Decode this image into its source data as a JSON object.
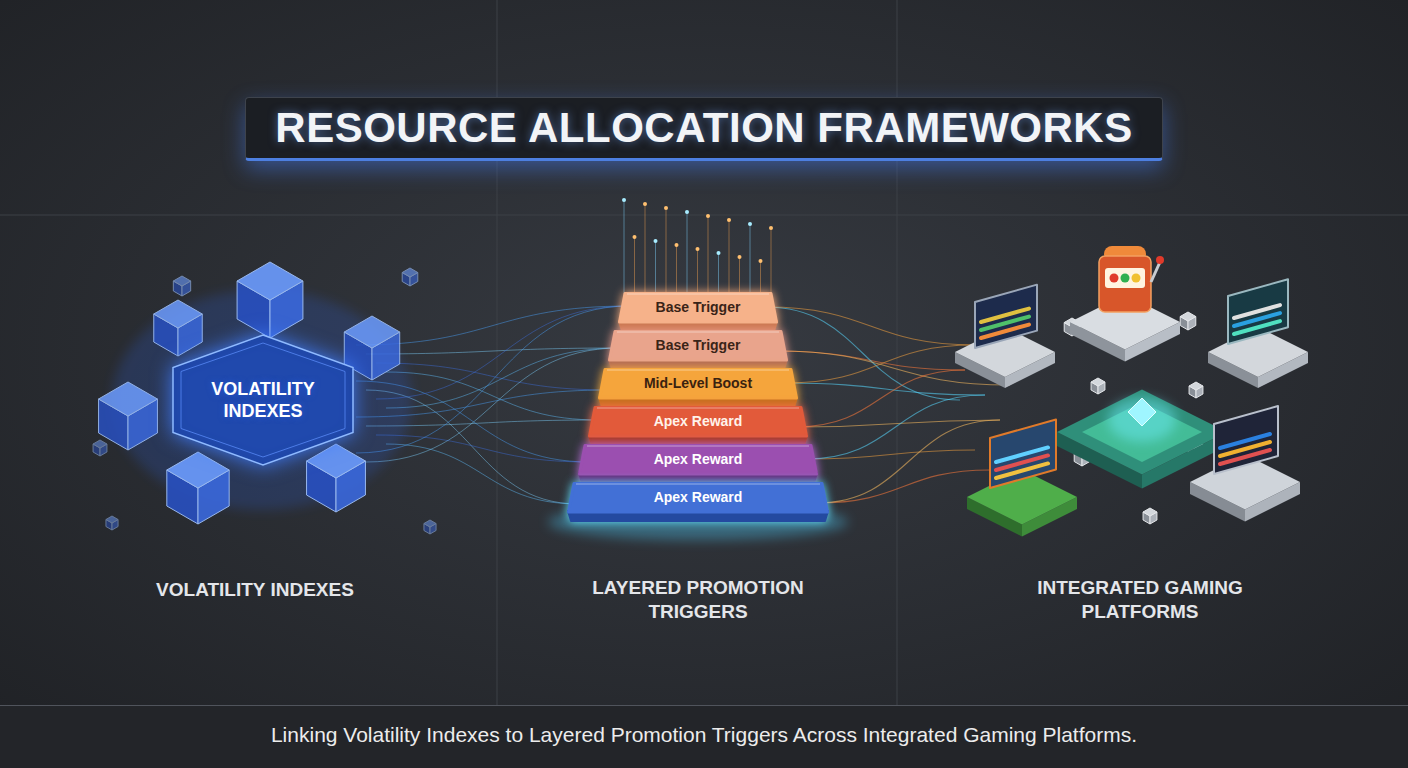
{
  "diagram": {
    "title": "RESOURCE ALLOCATION FRAMEWORKS",
    "caption": "Linking Volatility Indexes to Layered Promotion Triggers Across Integrated Gaming Platforms.",
    "nodes": [
      {
        "text": [
          "VOLATILITY INDEXES"
        ]
      },
      {
        "text": [
          "Base Trigger"
        ]
      },
      {
        "text": [
          "Base Trigger"
        ]
      },
      {
        "text": [
          "Mid-Level Boost"
        ]
      },
      {
        "text": [
          "Apex Reward"
        ]
      },
      {
        "text": [
          "Apex Reward"
        ]
      },
      {
        "text": [
          "Apex Reward"
        ]
      }
    ],
    "edges": [
      {
        "from": 0,
        "to": 1,
        "arrow": "none"
      },
      {
        "from": 0,
        "to": 2,
        "arrow": "none"
      },
      {
        "from": 0,
        "to": 3,
        "arrow": "none"
      },
      {
        "from": 0,
        "to": 4,
        "arrow": "none"
      },
      {
        "from": 0,
        "to": 5,
        "arrow": "none"
      },
      {
        "from": 0,
        "to": 6,
        "arrow": "none"
      }
    ],
    "labels": [
      "VOLATILITY INDEXES",
      "LAYERED PROMOTION TRIGGERS",
      "INTEGRATED GAMING PLATFORMS"
    ]
  }
}
